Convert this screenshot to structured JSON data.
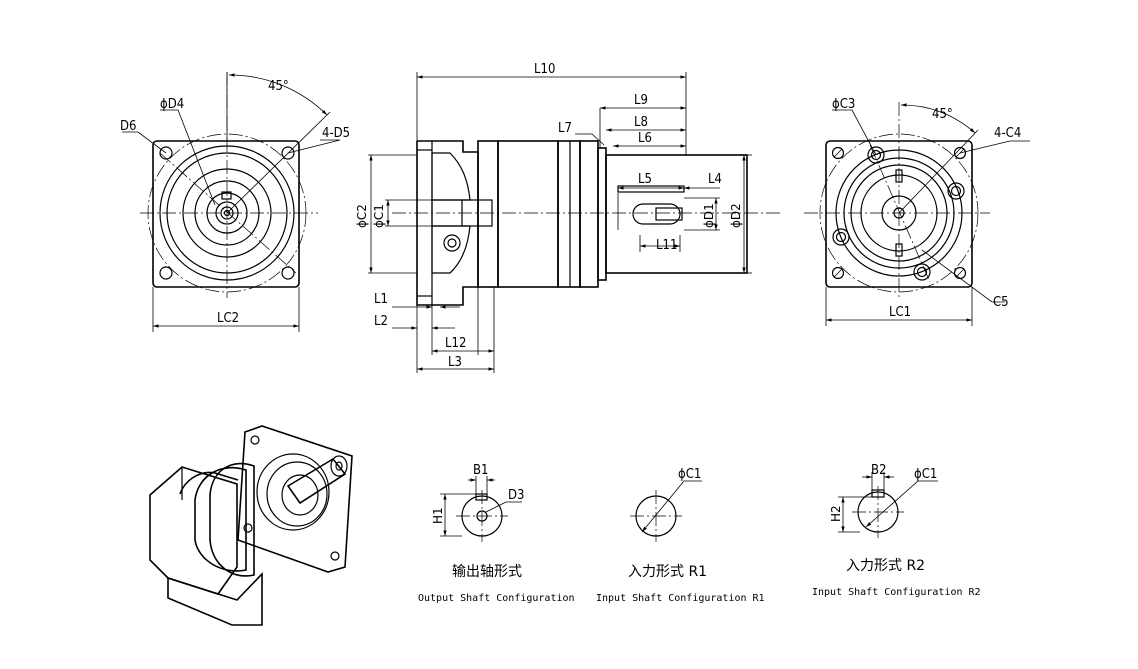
{
  "labels": {
    "phi_D4": "ϕD4",
    "D6": "D6",
    "angle_45_left": "45°",
    "four_D5": "4-D5",
    "LC2": "LC2",
    "L10": "L10",
    "L9": "L9",
    "L8": "L8",
    "L7": "L7",
    "L6": "L6",
    "L5": "L5",
    "L4": "L4",
    "phi_C2": "ϕC2",
    "phi_C1_side": "ϕC1",
    "phi_D1": "ϕD1",
    "phi_D2": "ϕD2",
    "L11": "L11",
    "L1": "L1",
    "L2": "L2",
    "L12": "L12",
    "L3": "L3",
    "phi_C3": "ϕC3",
    "angle_45_right": "45°",
    "four_C4": "4-C4",
    "C5": "C5",
    "LC1": "LC1",
    "B1": "B1",
    "H1": "H1",
    "D3": "D3",
    "phi_C1_r1": "ϕC1",
    "B2": "B2",
    "phi_C1_r2": "ϕC1",
    "H2": "H2"
  },
  "captions": {
    "output_cn": "输出轴形式",
    "output_en": "Output Shaft Configuration",
    "r1_cn": "入力形式 R1",
    "r1_en": "Input Shaft Configuration R1",
    "r2_cn": "入力形式 R2",
    "r2_en": "Input Shaft Configuration R2"
  }
}
